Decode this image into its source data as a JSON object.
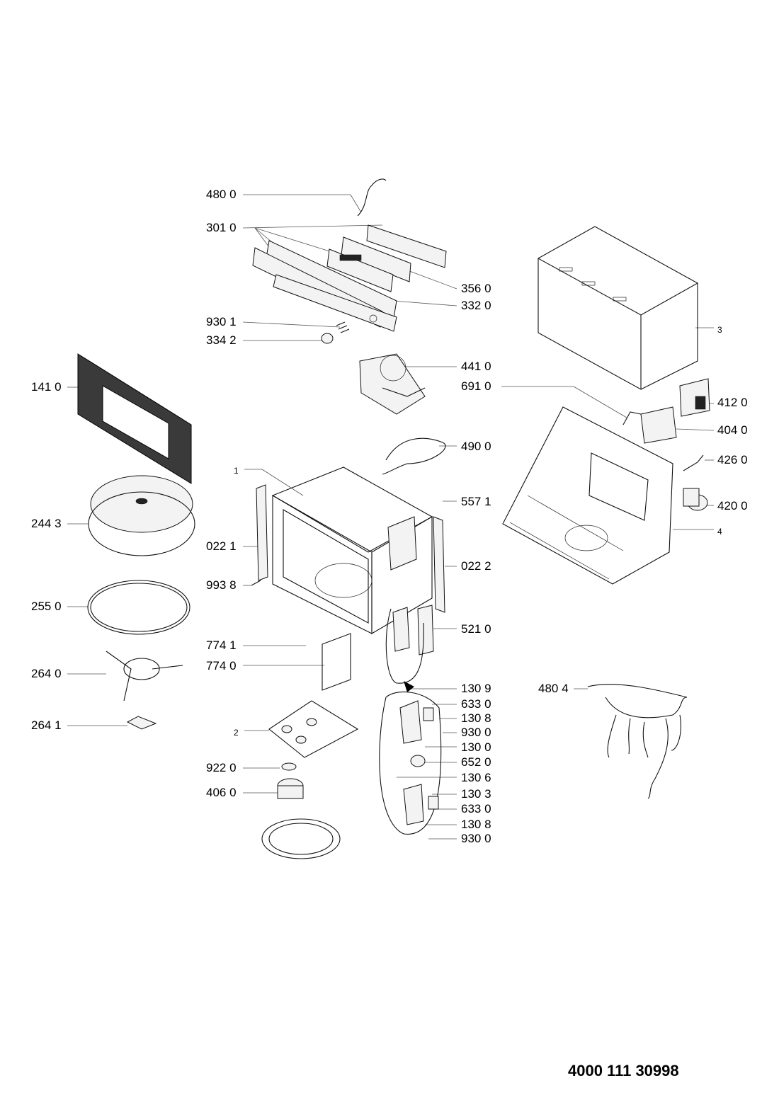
{
  "document_code": "4000 111 30998",
  "labels": {
    "l480_0": "480 0",
    "l301_0": "301 0",
    "l356_0": "356 0",
    "l332_0": "332 0",
    "l930_1": "930 1",
    "l334_2": "334 2",
    "l441_0": "441 0",
    "l691_0": "691 0",
    "l141_0": "141 0",
    "l3": "3",
    "l412_0": "412 0",
    "l404_0": "404 0",
    "l490_0": "490 0",
    "l426_0": "426 0",
    "l1": "1",
    "l557_1": "557 1",
    "l420_0": "420 0",
    "l244_3": "244 3",
    "l022_1": "022 1",
    "l022_2": "022 2",
    "l4": "4",
    "l993_8": "993 8",
    "l255_0": "255 0",
    "l521_0": "521 0",
    "l774_1": "774 1",
    "l774_0": "774 0",
    "l264_0": "264 0",
    "l130_9": "130 9",
    "l480_4": "480 4",
    "l633_0a": "633 0",
    "l264_1": "264 1",
    "l130_8a": "130 8",
    "l2": "2",
    "l930_0a": "930 0",
    "l130_0": "130 0",
    "l922_0": "922 0",
    "l652_0": "652 0",
    "l130_6": "130 6",
    "l406_0": "406 0",
    "l130_3": "130 3",
    "l633_0b": "633 0",
    "l130_8b": "130 8",
    "l930_0b": "930 0"
  }
}
